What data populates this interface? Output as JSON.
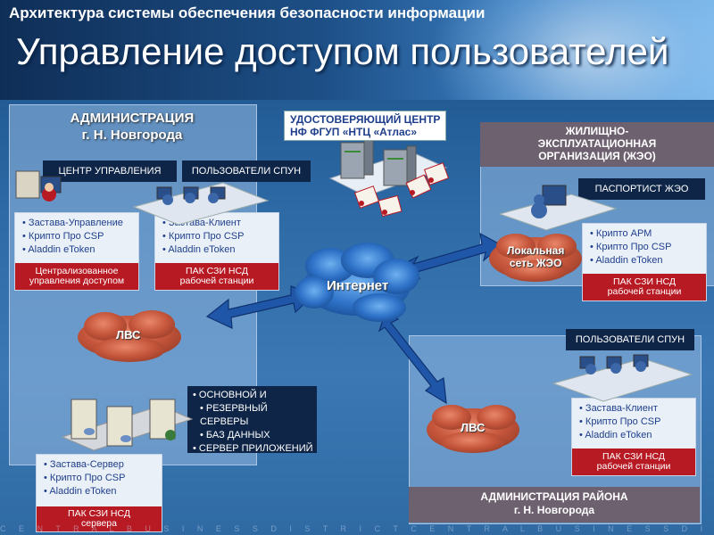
{
  "header": {
    "subtitle": "Архитектура системы обеспечения безопасности информации",
    "title": "Управление доступом пользователей"
  },
  "ca": {
    "line1": "УДОСТОВЕРЯЮЩИЙ ЦЕНТР",
    "line2": "НФ ФГУП «НТЦ «Атлас»"
  },
  "internet": {
    "label": "Интернет"
  },
  "admin_nn": {
    "title_line1": "АДМИНИСТРАЦИЯ",
    "title_line2": "г. Н. Новгорода",
    "center_label": "ЦЕНТР УПРАВЛЕНИЯ",
    "users_label": "ПОЛЬЗОВАТЕЛИ СПУН",
    "center_items": [
      "Застава-Управление",
      "Крипто Про CSP",
      "Aladdin eToken"
    ],
    "center_bar_line1": "Централизованное",
    "center_bar_line2": "управления доступом",
    "users_items": [
      "Застава-Клиент",
      "Крипто Про CSP",
      "Aladdin eToken"
    ],
    "users_bar_line1": "ПАК СЗИ НСД",
    "users_bar_line2": "рабочей станции",
    "lan_label": "ЛВС",
    "servers_items": [
      "ОСНОВНОЙ И",
      "РЕЗЕРВНЫЙ СЕРВЕРЫ",
      "БАЗ ДАННЫХ",
      "СЕРВЕР ПРИЛОЖЕНИЙ"
    ],
    "server_card_items": [
      "Застава-Сервер",
      "Крипто Про CSP",
      "Aladdin eToken"
    ],
    "server_bar_line1": "ПАК СЗИ НСД",
    "server_bar_line2": "сервера"
  },
  "zheo": {
    "title_line1": "ЖИЛИЩНО-",
    "title_line2": "ЭКСПЛУАТАЦИОННАЯ",
    "title_line3": "ОРГАНИЗАЦИЯ (ЖЭО)",
    "passport_label": "ПАСПОРТИСТ ЖЭО",
    "items": [
      "Крипто АРМ",
      "Крипто Про CSP",
      "Aladdin eToken"
    ],
    "bar_line1": "ПАК СЗИ НСД",
    "bar_line2": "рабочей станции",
    "lan_line1": "Локальная",
    "lan_line2": "сеть ЖЭО"
  },
  "district": {
    "users_label": "ПОЛЬЗОВАТЕЛИ СПУН",
    "items": [
      "Застава-Клиент",
      "Крипто Про CSP",
      "Aladdin eToken"
    ],
    "bar_line1": "ПАК СЗИ НСД",
    "bar_line2": "рабочей станции",
    "lan_label": "ЛВС",
    "title_line1": "АДМИНИСТРАЦИЯ РАЙОНА",
    "title_line2": "г. Н. Новгорода"
  },
  "footer": {
    "ticker": "C E N T R A L B U S I N E S S D I S T R I C T C E N T R A L B U S I N E S S D I S T R I C T C E N T R A L"
  },
  "colors": {
    "red_bar": "#b81a24",
    "dark_label": "#0e2547",
    "panel_title": "#6d6170",
    "cloud": "#c0553d",
    "arrow": "#1f56a8"
  }
}
